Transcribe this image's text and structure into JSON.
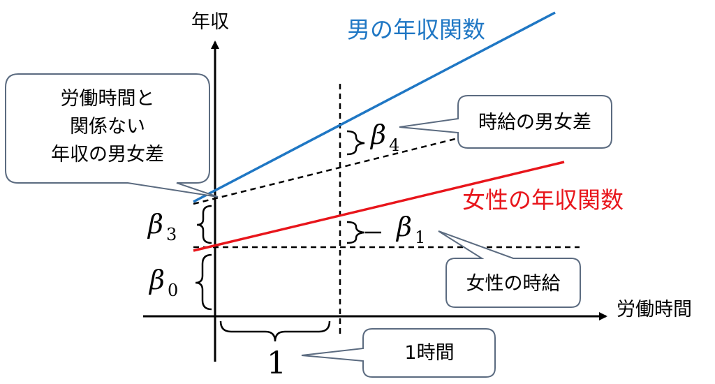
{
  "axes": {
    "y_label": "年収",
    "x_label": "労働時間"
  },
  "lines": {
    "male": {
      "label": "男の年収関数",
      "color": "#1f77c4"
    },
    "female": {
      "label": "女性の年収関数",
      "color": "#e8151b"
    },
    "dashed_color": "#000000"
  },
  "callouts": {
    "intercept_gap": [
      "労働時間と",
      "関係ない",
      "年収の男女差"
    ],
    "wage_gap": "時給の男女差",
    "female_wage": "女性の時給",
    "one_hour": "1時間"
  },
  "symbols": {
    "b0": {
      "base": "β",
      "sub": "0"
    },
    "b1": {
      "base": "β",
      "sub": "1"
    },
    "b3": {
      "base": "β",
      "sub": "3"
    },
    "b4": {
      "base": "β",
      "sub": "4"
    },
    "one": "1"
  }
}
